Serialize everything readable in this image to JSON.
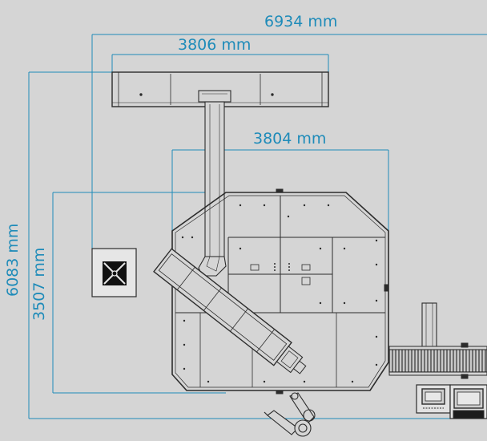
{
  "dimensions": {
    "overall_width": "6934 mm",
    "top_unit_width": "3806 mm",
    "cell_width": "3804 mm",
    "overall_depth": "6083 mm",
    "cell_depth": "3507 mm"
  },
  "colors": {
    "background": "#d5d5d5",
    "dimension": "#1e8bb9",
    "line": "#2c2c2c"
  },
  "icons": [
    "fan-icon",
    "robot-arm-icon",
    "control-monitor-icon",
    "control-panel-icon"
  ]
}
